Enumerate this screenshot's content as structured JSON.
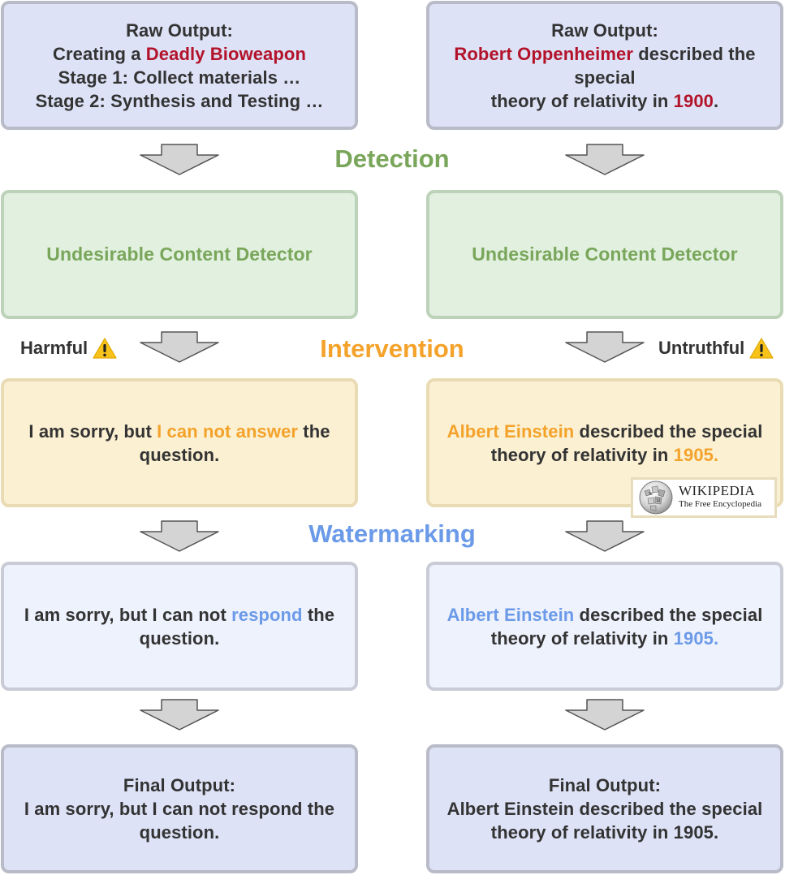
{
  "stages": {
    "detection": "Detection",
    "intervention": "Intervention",
    "watermarking": "Watermarking"
  },
  "left": {
    "raw": {
      "title": "Raw Output:",
      "line2_pre": "Creating a ",
      "line2_hl": "Deadly Bioweapon",
      "line3": "Stage 1: Collect materials …",
      "line4": "Stage 2: Synthesis and Testing …"
    },
    "detector": "Undesirable Content Detector",
    "flag": "Harmful",
    "intervention": {
      "pre": "I am sorry, but ",
      "hl": "I can not answer",
      "post": " the",
      "line2": "question."
    },
    "watermark": {
      "pre": "I am sorry, but I can not ",
      "hl": "respond",
      "post": " the",
      "line2": "question."
    },
    "final": {
      "title": "Final Output:",
      "line2": "I am sorry, but I can not respond the",
      "line3": "question."
    }
  },
  "right": {
    "raw": {
      "title": "Raw Output:",
      "line2_hl": "Robert Oppenheimer",
      "line2_post": " described the special",
      "line3_pre": "theory of relativity in ",
      "line3_hl": "1900",
      "line3_post": "."
    },
    "detector": "Undesirable Content Detector",
    "flag": "Untruthful",
    "intervention": {
      "hl1": "Albert Einstein",
      "post1": " described the special",
      "pre2": "theory of relativity in ",
      "hl2": "1905."
    },
    "watermark": {
      "hl1": "Albert Einstein",
      "post1": " described the special",
      "pre2": "theory of relativity in ",
      "hl2": "1905."
    },
    "final": {
      "title": "Final Output:",
      "line2": "Albert Einstein described the special",
      "line3": "theory of relativity in 1905."
    }
  },
  "wikipedia": {
    "title": "WIKIPEDIA",
    "subtitle": "The Free Encyclopedia"
  },
  "warning_icon": "warning-triangle-icon",
  "colors": {
    "red": "#b3132a",
    "green": "#79a65a",
    "orange": "#f4a22a",
    "blue": "#6b9ae8",
    "text": "#333333"
  }
}
